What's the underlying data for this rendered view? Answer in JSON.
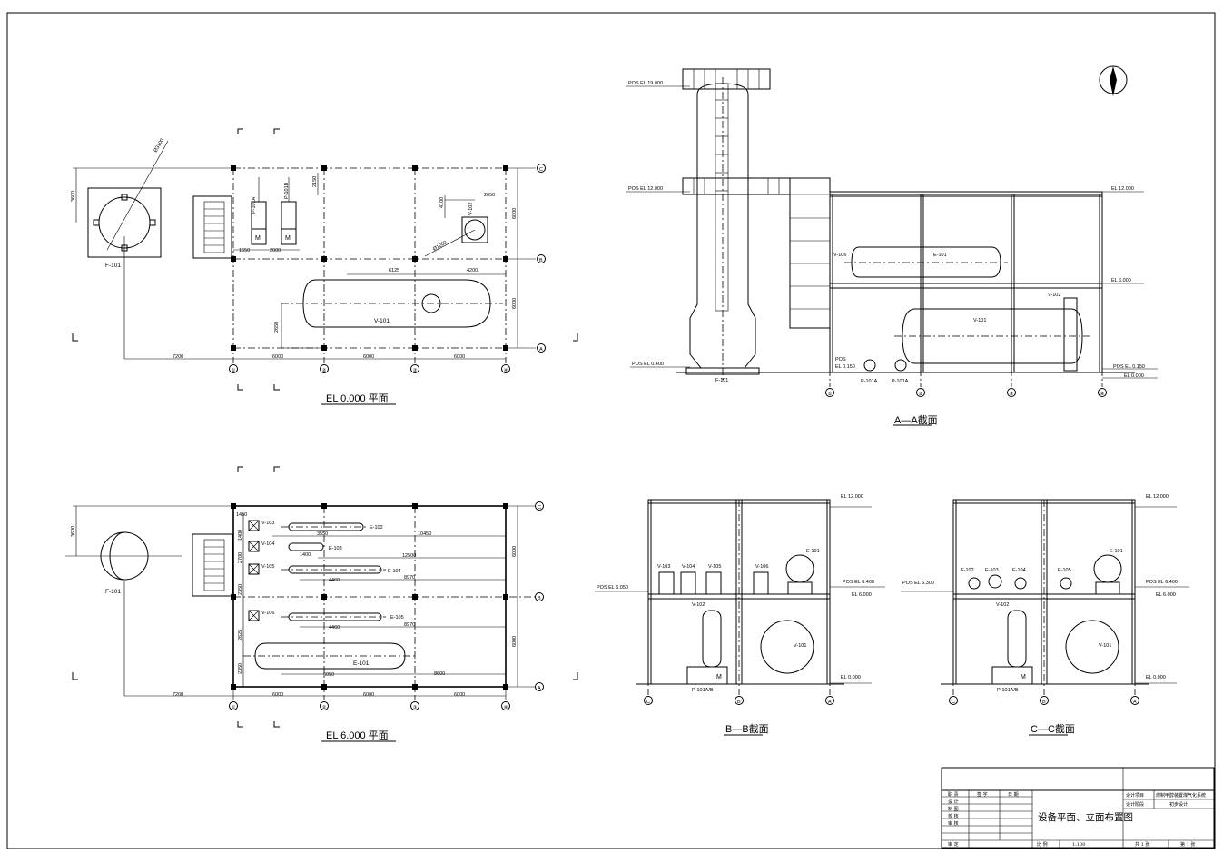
{
  "views": {
    "plan_el0": {
      "title": "EL 0.000 平面",
      "equipment": [
        "P-101A",
        "P-101B",
        "M",
        "M",
        "V-102",
        "V-101",
        "F-101"
      ],
      "dims": [
        "3600",
        "2150",
        "1650",
        "2000",
        "4100",
        "2050",
        "Ø1200",
        "6125",
        "4200",
        "2650",
        "7200",
        "6000",
        "6000",
        "6000",
        "6000",
        "6000",
        "Ø3100"
      ],
      "grid_cols": [
        "①",
        "②",
        "③",
        "④"
      ],
      "grid_rows": [
        "C",
        "B",
        "A"
      ]
    },
    "plan_el6": {
      "title": "EL 6.000 平面",
      "equipment": [
        "V-103",
        "V-104",
        "V-105",
        "V-106",
        "E-102",
        "E-103",
        "E-104",
        "E-105",
        "E-101",
        "F-101"
      ],
      "dims": [
        "1450",
        "3550",
        "10450",
        "1400",
        "12500",
        "4460",
        "8970",
        "4460",
        "8970",
        "6050",
        "8600",
        "3600",
        "7200",
        "6000",
        "6000",
        "6000",
        "6000",
        "6000",
        "1400",
        "2700",
        "2350",
        "2625",
        "2350"
      ],
      "grid_cols": [
        "①",
        "②",
        "③",
        "④"
      ],
      "grid_rows": [
        "C",
        "B",
        "A"
      ]
    },
    "section_aa": {
      "title": "A—A截面",
      "levels": [
        "POS EL 19.000",
        "POS EL 12.000",
        "POS EL 0.400",
        "EL 12.000",
        "EL 6.000",
        "POS EL 0.150",
        "EL 0.000",
        "POS",
        "EL 0.150"
      ],
      "equipment": [
        "F-101",
        "V-106",
        "E-101",
        "V-102",
        "V-101",
        "P-101A",
        "P-101A"
      ],
      "grid_cols": [
        "①",
        "②",
        "③",
        "④"
      ]
    },
    "section_bb": {
      "title": "B—B截面",
      "levels": [
        "EL 12.000",
        "POS EL 6.050",
        "POS EL 6.400",
        "EL 6.000",
        "EL 0.000"
      ],
      "equipment": [
        "V-103",
        "V-104",
        "V-105",
        "V-106",
        "E-101",
        "V-102",
        "V-101",
        "P-101A/B",
        "M"
      ],
      "grid_rows": [
        "C",
        "B",
        "A"
      ]
    },
    "section_cc": {
      "title": "C—C截面",
      "levels": [
        "EL 12.000",
        "POS EL 6.300",
        "POS EL 6.400",
        "EL 6.000",
        "EL 0.000"
      ],
      "equipment": [
        "E-102",
        "E-103",
        "E-104",
        "E-105",
        "E-101",
        "V-102",
        "V-101",
        "P-101A/B",
        "M"
      ],
      "grid_rows": [
        "C",
        "B",
        "A"
      ]
    }
  },
  "title_block": {
    "drawing_title": "设备平面、立面布置图",
    "project_label": "设计项目",
    "project_value": "煤制甲醇装置煤气化系统",
    "stage_label": "设计阶段",
    "stage_value": "初步设计",
    "roles": [
      "职 责",
      "设 计",
      "制 图",
      "校 核",
      "审 核",
      "审 定"
    ],
    "sign_label": "签 字",
    "date_label": "日 期",
    "scale_label": "比 例",
    "scale_value": "1:100",
    "total_sheets": "共 1 张",
    "sheet_no": "第 1 张"
  }
}
